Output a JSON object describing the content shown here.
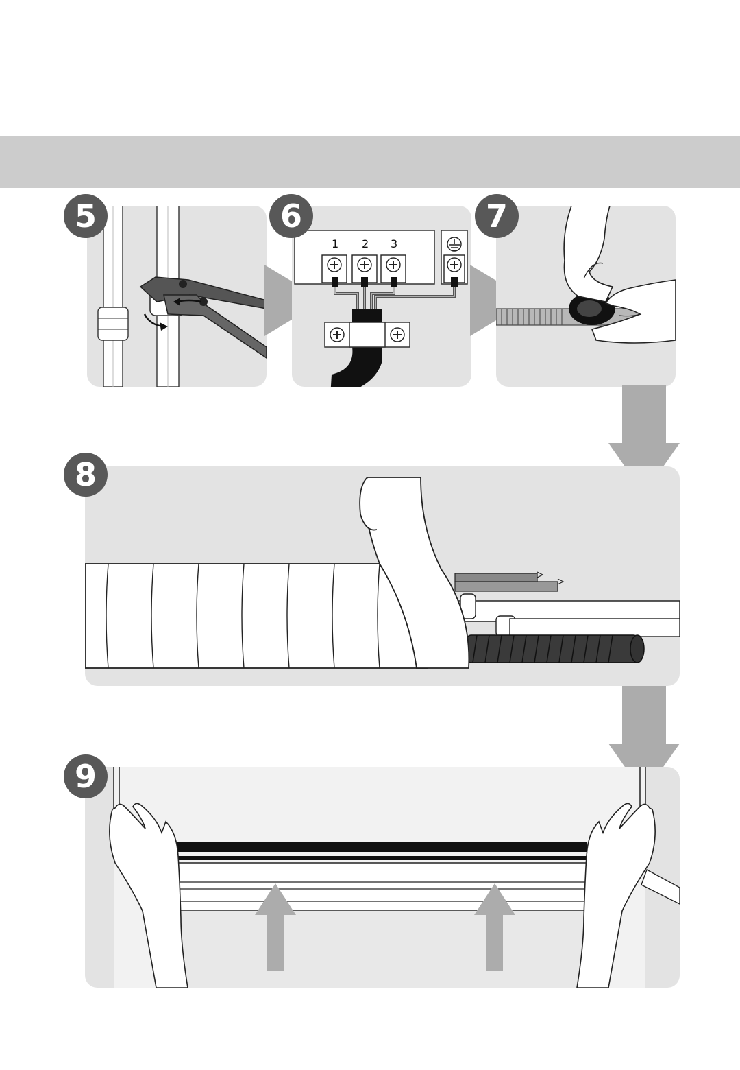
{
  "steps": [
    {
      "number": "5",
      "icon": "wrench-pipe-icon"
    },
    {
      "number": "6",
      "icon": "terminal-block-icon"
    },
    {
      "number": "7",
      "icon": "tape-wrap-icon"
    },
    {
      "number": "8",
      "icon": "pipe-wrap-icon"
    },
    {
      "number": "9",
      "icon": "hands-lift-unit-icon"
    }
  ],
  "terminals": {
    "t1": "1",
    "t2": "2",
    "t3": "3",
    "ground": "ground-icon"
  },
  "colors": {
    "header_band": "#cccccc",
    "panel_bg": "#e3e3e3",
    "badge": "#585858",
    "arrow": "#acacac"
  }
}
